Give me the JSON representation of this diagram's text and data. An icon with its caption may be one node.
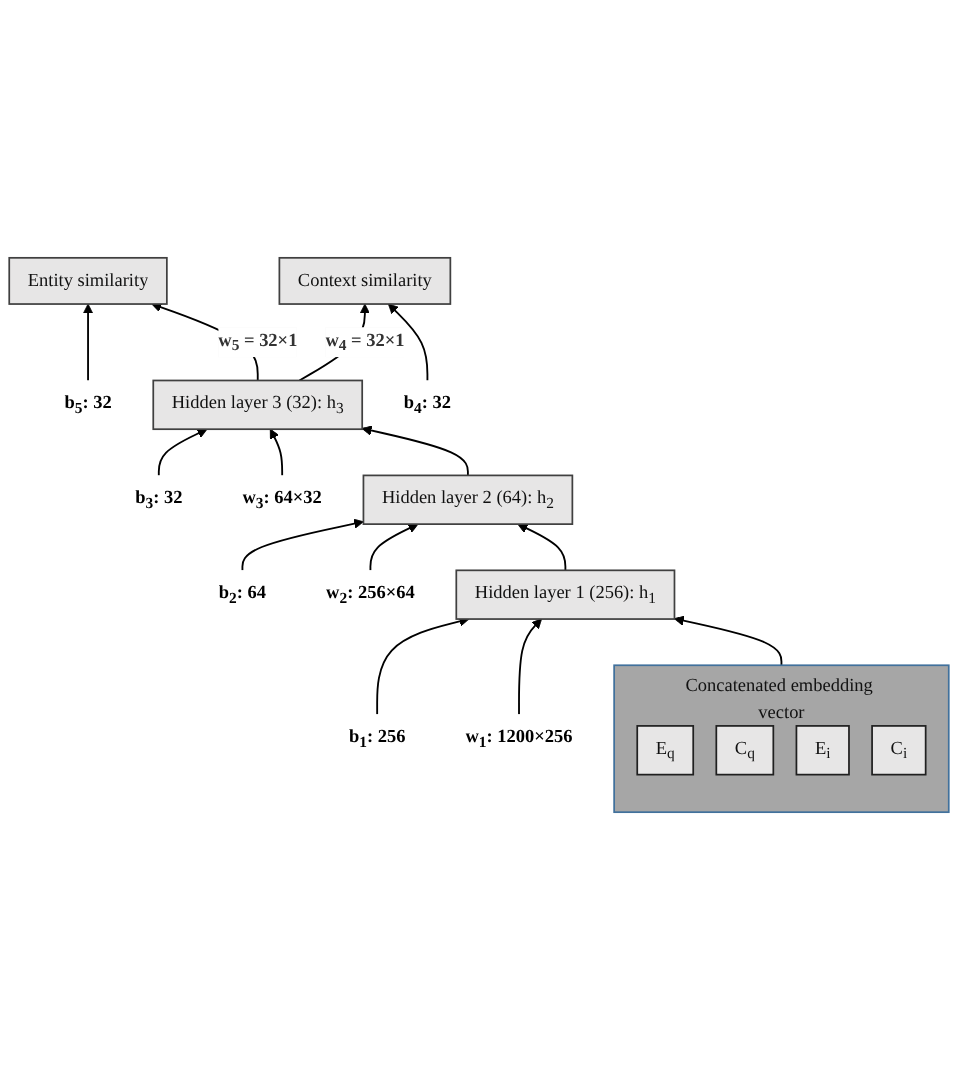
{
  "diagram": {
    "nodes": [
      {
        "text": [
          "Entity similarity"
        ]
      },
      {
        "text": [
          "Context similarity"
        ]
      },
      {
        "text": [
          "b$_{5}$: 32"
        ]
      },
      {
        "text": [
          "Hidden layer 3 (32): h$_{3}$"
        ]
      },
      {
        "text": [
          "b$_{4}$: 32"
        ]
      },
      {
        "text": [
          "b$_{3}$: 32"
        ]
      },
      {
        "text": [
          "w$_{3}$: 64×32"
        ]
      },
      {
        "text": [
          "Hidden layer 2 (64): h$_{2}$"
        ]
      },
      {
        "text": [
          "b$_{2}$: 64"
        ]
      },
      {
        "text": [
          "w$_{2}$: 256×64"
        ]
      },
      {
        "text": [
          "Hidden layer 1 (256): h$_{1}$"
        ]
      },
      {
        "text": [
          "b$_{1}$: 256"
        ]
      },
      {
        "text": [
          "w$_{1}$: 1200×256"
        ]
      },
      {
        "text": [
          "Concatenated embedding vector"
        ]
      },
      {
        "text": [
          "E$_{q}$"
        ],
        "in": 13
      },
      {
        "text": [
          "C$_{q}$"
        ],
        "in": 13
      },
      {
        "text": [
          "E$_{i}$"
        ],
        "in": 13
      },
      {
        "text": [
          "C$_{i}$"
        ],
        "in": 13
      }
    ],
    "edges": [
      {
        "from": 3,
        "to": 0,
        "arrow": "to",
        "label": "w$_{5}$ = 32×1"
      },
      {
        "from": 3,
        "to": 1,
        "arrow": "to",
        "label": "w$_{4}$ = 32×1"
      },
      {
        "from": 2,
        "to": 0,
        "arrow": "to"
      },
      {
        "from": 4,
        "to": 1,
        "arrow": "to"
      },
      {
        "from": 5,
        "to": 3,
        "arrow": "to"
      },
      {
        "from": 7,
        "to": 3,
        "arrow": "to"
      },
      {
        "from": 6,
        "to": 3,
        "arrow": "to"
      },
      {
        "from": 8,
        "to": 7,
        "arrow": "to"
      },
      {
        "from": 10,
        "to": 7,
        "arrow": "to"
      },
      {
        "from": 9,
        "to": 7,
        "arrow": "to"
      },
      {
        "from": 11,
        "to": 10,
        "arrow": "to"
      },
      {
        "from": 13,
        "to": 10,
        "arrow": "to"
      },
      {
        "from": 12,
        "to": 10,
        "arrow": "to"
      }
    ]
  }
}
